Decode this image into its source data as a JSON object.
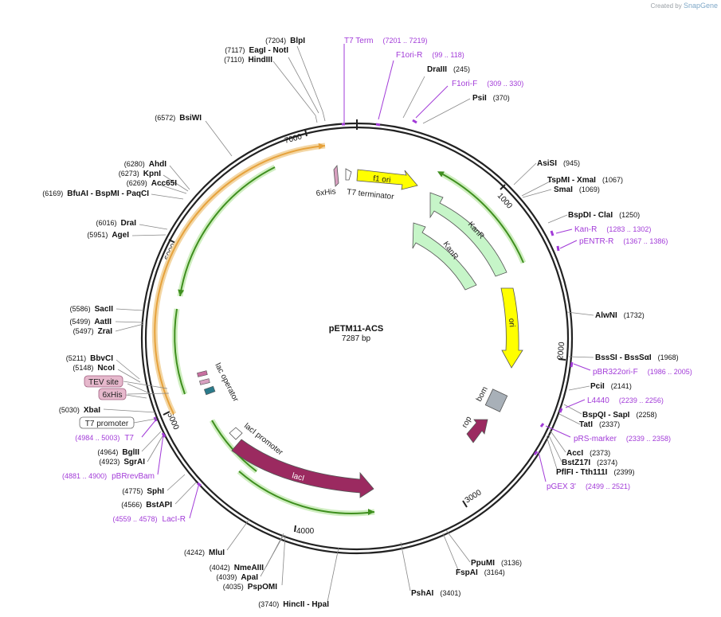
{
  "credit": {
    "prefix": "Created by",
    "brand": "SnapGene"
  },
  "plasmid": {
    "name": "pETM11-ACS",
    "size_label": "7287 bp"
  },
  "ticks": [
    "1000",
    "2000",
    "3000",
    "4000",
    "5000",
    "6000",
    "7000"
  ],
  "sites": [
    {
      "pos": "(7204)",
      "name": "BlpI"
    },
    {
      "pos": "(7117)",
      "name": "EagI - NotI"
    },
    {
      "pos": "(7110)",
      "name": "HindIII"
    },
    {
      "pos": "(6572)",
      "name": "BsiWI"
    },
    {
      "pos": "(6280)",
      "name": "AhdI"
    },
    {
      "pos": "(6273)",
      "name": "KpnI"
    },
    {
      "pos": "(6269)",
      "name": "Acc65I"
    },
    {
      "pos": "(6169)",
      "name": "BfuAI - BspMI - PaqCI"
    },
    {
      "pos": "(6016)",
      "name": "DraI"
    },
    {
      "pos": "(5951)",
      "name": "AgeI"
    },
    {
      "pos": "(5586)",
      "name": "SacII"
    },
    {
      "pos": "(5499)",
      "name": "AatII"
    },
    {
      "pos": "(5497)",
      "name": "ZraI"
    },
    {
      "pos": "(5211)",
      "name": "BbvCI"
    },
    {
      "pos": "(5148)",
      "name": "NcoI"
    },
    {
      "pos": "(5030)",
      "name": "XbaI"
    },
    {
      "pos": "(4964)",
      "name": "BglII"
    },
    {
      "pos": "(4923)",
      "name": "SgrAI"
    },
    {
      "pos": "(4775)",
      "name": "SphI"
    },
    {
      "pos": "(4566)",
      "name": "BstAPI"
    },
    {
      "pos": "(4242)",
      "name": "MluI"
    },
    {
      "pos": "(4042)",
      "name": "NmeAIII"
    },
    {
      "pos": "(4039)",
      "name": "ApaI"
    },
    {
      "pos": "(4035)",
      "name": "PspOMI"
    },
    {
      "pos": "(3740)",
      "name": "HincII - HpaI"
    },
    {
      "pos": "(3401)",
      "name": "PshAI"
    },
    {
      "pos": "(3136)",
      "name": "PpuMI"
    },
    {
      "pos": "(3164)",
      "name": "FspAI"
    },
    {
      "pos": "(245)",
      "name": "DraIII"
    },
    {
      "pos": "(370)",
      "name": "PsiI"
    },
    {
      "pos": "(945)",
      "name": "AsiSI"
    },
    {
      "pos": "(1067)",
      "name": "TspMI - XmaI"
    },
    {
      "pos": "(1069)",
      "name": "SmaI"
    },
    {
      "pos": "(1250)",
      "name": "BspDI - ClaI"
    },
    {
      "pos": "(1732)",
      "name": "AlwNI"
    },
    {
      "pos": "(1968)",
      "name": "BssSI - BssSαI"
    },
    {
      "pos": "(2141)",
      "name": "PciI"
    },
    {
      "pos": "(2258)",
      "name": "BspQI - SapI"
    },
    {
      "pos": "(2337)",
      "name": "TatI"
    },
    {
      "pos": "(2373)",
      "name": "AccI"
    },
    {
      "pos": "(2374)",
      "name": "BstZ17I"
    },
    {
      "pos": "(2399)",
      "name": "PflFI - Tth111I"
    }
  ],
  "primers": [
    {
      "name": "T7 Term",
      "range": "(7201 .. 7219)"
    },
    {
      "name": "F1ori-R",
      "range": "(99 .. 118)"
    },
    {
      "name": "F1ori-F",
      "range": "(309 .. 330)"
    },
    {
      "name": "Kan-R",
      "range": "(1283 .. 1302)"
    },
    {
      "name": "pENTR-R",
      "range": "(1367 .. 1386)"
    },
    {
      "name": "pBR322ori-F",
      "range": "(1986 .. 2005)"
    },
    {
      "name": "L4440",
      "range": "(2239 .. 2256)"
    },
    {
      "name": "pRS-marker",
      "range": "(2339 .. 2358)"
    },
    {
      "name": "pGEX 3'",
      "range": "(2499 .. 2521)"
    },
    {
      "name": "T7",
      "range": "(4984 .. 5003)"
    },
    {
      "name": "pBRrevBam",
      "range": "(4881 .. 4900)"
    },
    {
      "name": "LacI-R",
      "range": "(4559 .. 4578)"
    }
  ],
  "features": {
    "f1ori": "f1 ori",
    "kanr1": "KanR",
    "kanr2": "KanR",
    "ori": "ori",
    "bom": "bom",
    "rop": "rop",
    "laci": "lacI",
    "laci_promoter": "lacI promoter",
    "lac_operator": "lac operator",
    "his": "6xHis",
    "t7term": "T7 terminator",
    "tev_box": "TEV site",
    "his_box": "6xHis",
    "t7prom_box": "T7 promoter"
  },
  "colors": {
    "backbone": "#222222",
    "primer": "#a23bd8",
    "f1ori": "#ffff00",
    "kanr": "#c6f5c8",
    "ori": "#ffff00",
    "bom": "#a8b0b8",
    "laci": "#9b2a60",
    "orf_green": "#3f8f1f",
    "orf_orange": "#e6a23c"
  }
}
